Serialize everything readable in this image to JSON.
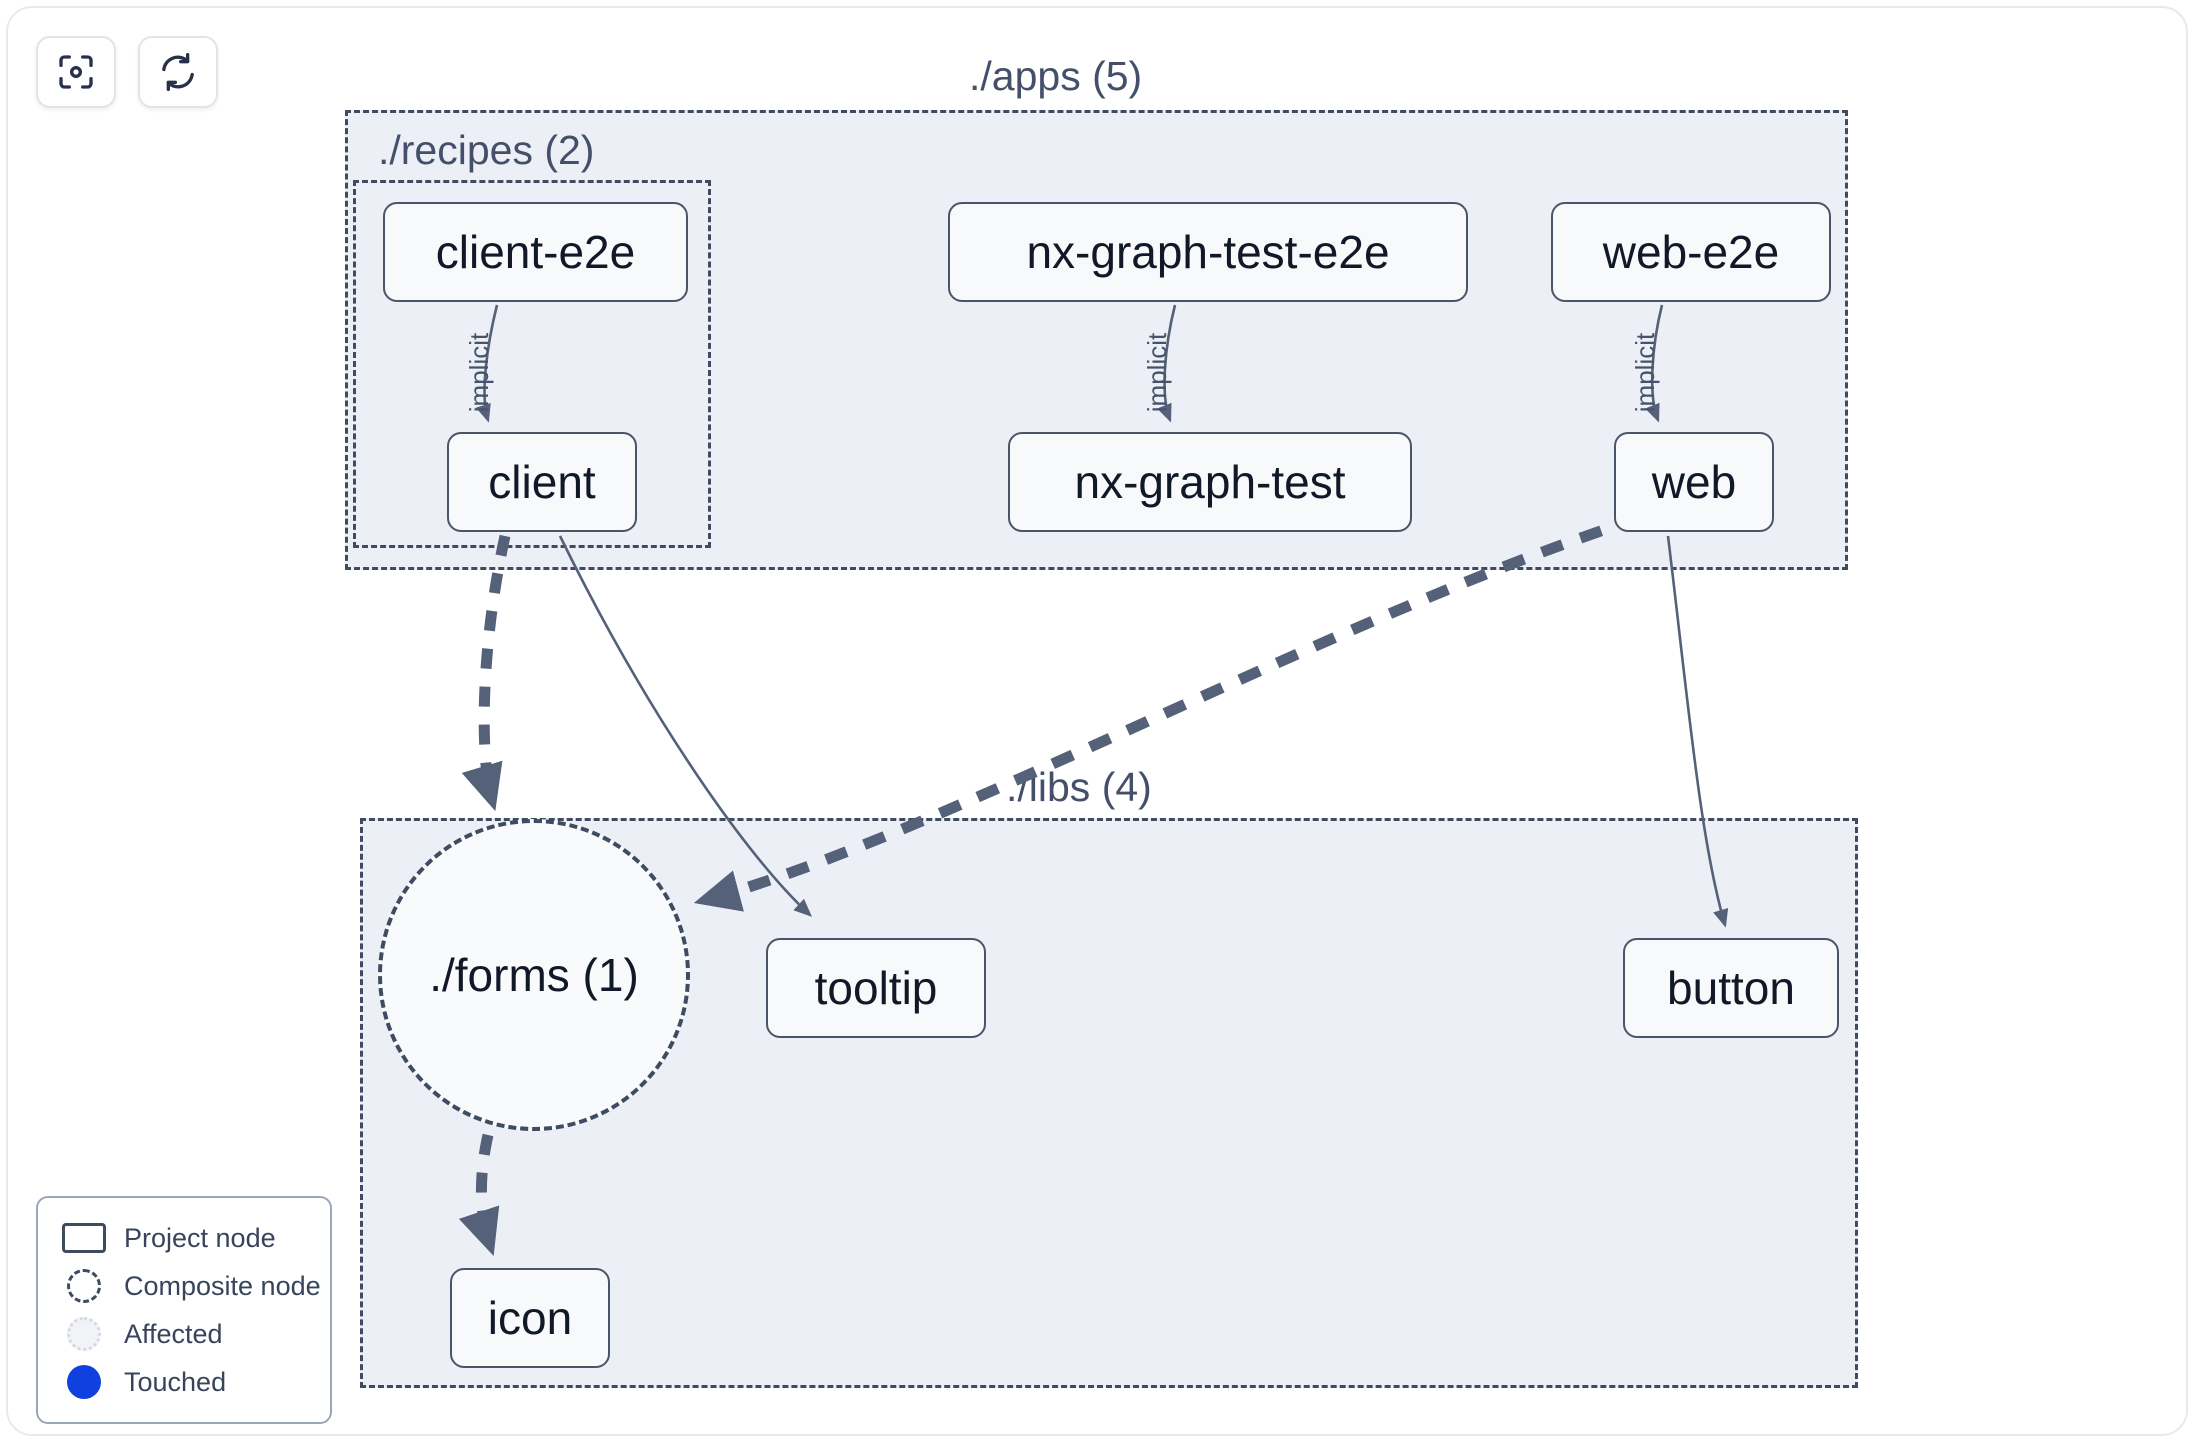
{
  "toolbar": {
    "buttons": [
      {
        "name": "focus-graph-button",
        "icon": "focus-scan-icon",
        "label": ""
      },
      {
        "name": "refresh-graph-button",
        "icon": "refresh-icon",
        "label": ""
      }
    ]
  },
  "graph": {
    "groups": [
      {
        "id": "apps",
        "label": "./apps (5)",
        "count": 5
      },
      {
        "id": "recipes",
        "label": "./recipes (2)",
        "count": 2
      },
      {
        "id": "libs",
        "label": "./libs (4)",
        "count": 4
      }
    ],
    "nodes": [
      {
        "id": "client-e2e",
        "label": "client-e2e",
        "type": "project",
        "group": "recipes"
      },
      {
        "id": "client",
        "label": "client",
        "type": "project",
        "group": "recipes"
      },
      {
        "id": "nx-graph-test-e2e",
        "label": "nx-graph-test-e2e",
        "type": "project",
        "group": "apps"
      },
      {
        "id": "nx-graph-test",
        "label": "nx-graph-test",
        "type": "project",
        "group": "apps"
      },
      {
        "id": "web-e2e",
        "label": "web-e2e",
        "type": "project",
        "group": "apps"
      },
      {
        "id": "web",
        "label": "web",
        "type": "project",
        "group": "apps"
      },
      {
        "id": "forms",
        "label": "./forms (1)",
        "type": "composite",
        "group": "libs"
      },
      {
        "id": "tooltip",
        "label": "tooltip",
        "type": "project",
        "group": "libs"
      },
      {
        "id": "button",
        "label": "button",
        "type": "project",
        "group": "libs"
      },
      {
        "id": "icon",
        "label": "icon",
        "type": "project",
        "group": "libs"
      }
    ],
    "edges": [
      {
        "source": "client-e2e",
        "target": "client",
        "label": "implicit",
        "style": "thin"
      },
      {
        "source": "nx-graph-test-e2e",
        "target": "nx-graph-test",
        "label": "implicit",
        "style": "thin"
      },
      {
        "source": "web-e2e",
        "target": "web",
        "label": "implicit",
        "style": "thin"
      },
      {
        "source": "client",
        "target": "forms",
        "label": "",
        "style": "thick-dashed"
      },
      {
        "source": "client",
        "target": "tooltip",
        "label": "",
        "style": "thin"
      },
      {
        "source": "web",
        "target": "forms",
        "label": "",
        "style": "thick-dashed"
      },
      {
        "source": "web",
        "target": "button",
        "label": "",
        "style": "thin"
      },
      {
        "source": "forms",
        "target": "icon",
        "label": "",
        "style": "thick-dashed"
      }
    ]
  },
  "legend": {
    "items": [
      {
        "swatch": "project-node-swatch",
        "label": "Project node"
      },
      {
        "swatch": "composite-node-swatch",
        "label": "Composite node"
      },
      {
        "swatch": "affected-swatch",
        "label": "Affected"
      },
      {
        "swatch": "touched-swatch",
        "label": "Touched"
      }
    ]
  },
  "colors": {
    "group_fill": "#eceff5",
    "group_border": "#3f4b60",
    "node_fill": "#f7f9fb",
    "node_border": "#4a5568",
    "node_text": "#111827",
    "edge": "#546178",
    "label_text": "#44506a",
    "touched": "#1140e0",
    "canvas": "#ffffff"
  }
}
